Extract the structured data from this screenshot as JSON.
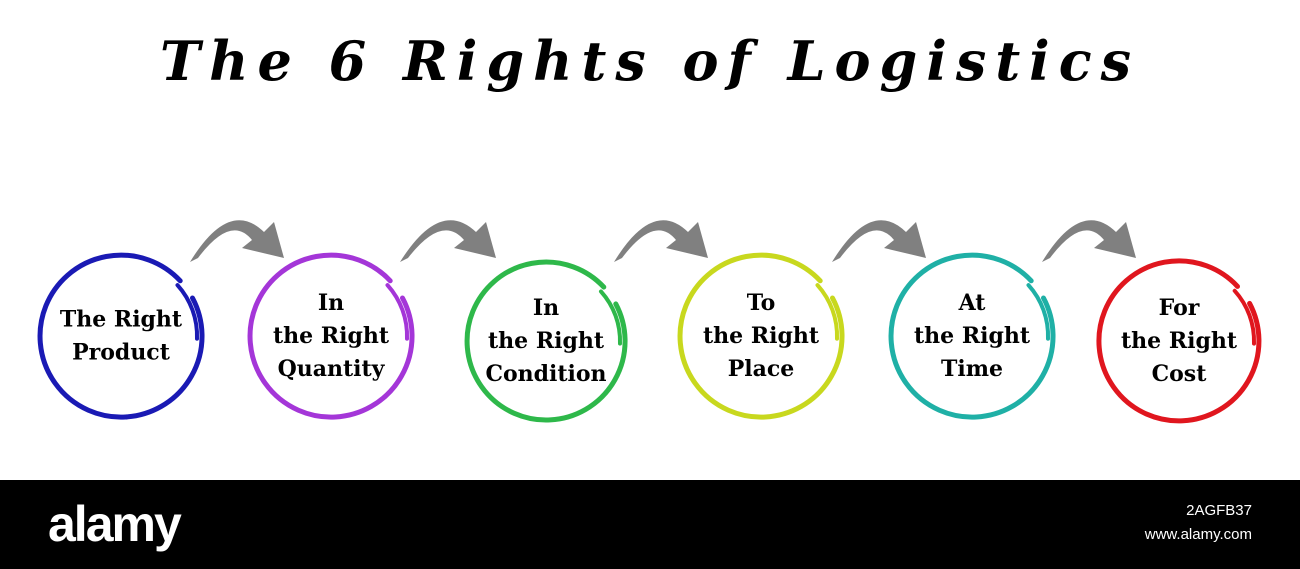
{
  "title": "The 6 Rights of Logistics",
  "steps": [
    {
      "lines": [
        "The Right",
        "Product"
      ],
      "color": "#1a1ab4"
    },
    {
      "lines": [
        "In",
        "the Right",
        "Quantity"
      ],
      "color": "#a436d8"
    },
    {
      "lines": [
        "In",
        "the Right",
        "Condition"
      ],
      "color": "#2eb84a"
    },
    {
      "lines": [
        "To",
        "the Right",
        "Place"
      ],
      "color": "#c8d81e"
    },
    {
      "lines": [
        "At",
        "the Right",
        "Time"
      ],
      "color": "#1fb0a6"
    },
    {
      "lines": [
        "For",
        "the Right",
        "Cost"
      ],
      "color": "#e0161e"
    }
  ],
  "arrow_color": "#808080",
  "footer": {
    "brand": "alamy",
    "image_id": "2AGFB37",
    "url": "www.alamy.com"
  }
}
